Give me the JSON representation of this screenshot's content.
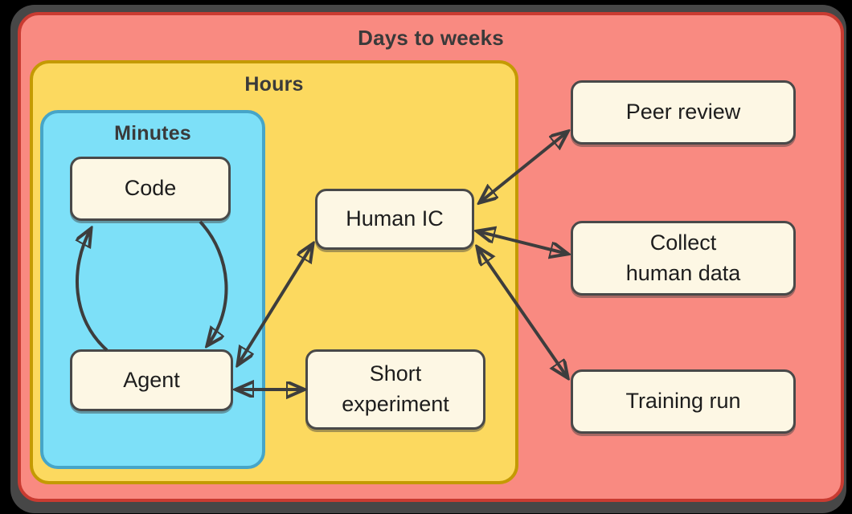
{
  "frames": {
    "days": {
      "label": "Days to weeks",
      "fill": "#f98a81",
      "border": "#c93b31"
    },
    "hours": {
      "label": "Hours",
      "fill": "#fcd95f",
      "border": "#c49a03"
    },
    "minutes": {
      "label": "Minutes",
      "fill": "#7de0f8",
      "border": "#46a5c8"
    }
  },
  "nodes": {
    "code": {
      "label": "Code"
    },
    "agent": {
      "label": "Agent"
    },
    "human_ic": {
      "label": "Human IC"
    },
    "short_experiment": {
      "line1": "Short",
      "line2": "experiment"
    },
    "peer_review": {
      "label": "Peer review"
    },
    "collect_human_data": {
      "line1": "Collect",
      "line2": "human data"
    },
    "training_run": {
      "label": "Training run"
    }
  },
  "node_style": {
    "fill": "#fdf7e4",
    "border": "#494949",
    "text": "#1d1d1d"
  },
  "arrow_color": "#3d3d3d",
  "title_color": "#3a3a3a",
  "edges": [
    {
      "from": "agent",
      "to": "code",
      "shape": "curved",
      "direction": "one-way"
    },
    {
      "from": "code",
      "to": "agent",
      "shape": "curved",
      "direction": "one-way"
    },
    {
      "from": "agent",
      "to": "human_ic",
      "shape": "straight",
      "direction": "two-way"
    },
    {
      "from": "agent",
      "to": "short_experiment",
      "shape": "straight",
      "direction": "two-way"
    },
    {
      "from": "human_ic",
      "to": "peer_review",
      "shape": "straight",
      "direction": "two-way"
    },
    {
      "from": "human_ic",
      "to": "collect_human_data",
      "shape": "straight",
      "direction": "two-way"
    },
    {
      "from": "human_ic",
      "to": "training_run",
      "shape": "straight",
      "direction": "two-way"
    }
  ]
}
